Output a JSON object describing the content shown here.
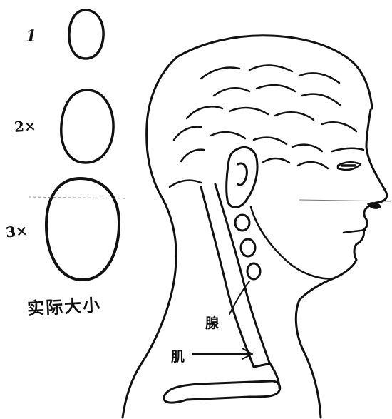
{
  "scale_labels": {
    "one": "1",
    "two": "2×",
    "three": "3×"
  },
  "caption": "实际大小",
  "annotations": {
    "gland": "腺",
    "muscle": "肌"
  },
  "colors": {
    "ink": "#111111",
    "paper": "#ffffff"
  }
}
